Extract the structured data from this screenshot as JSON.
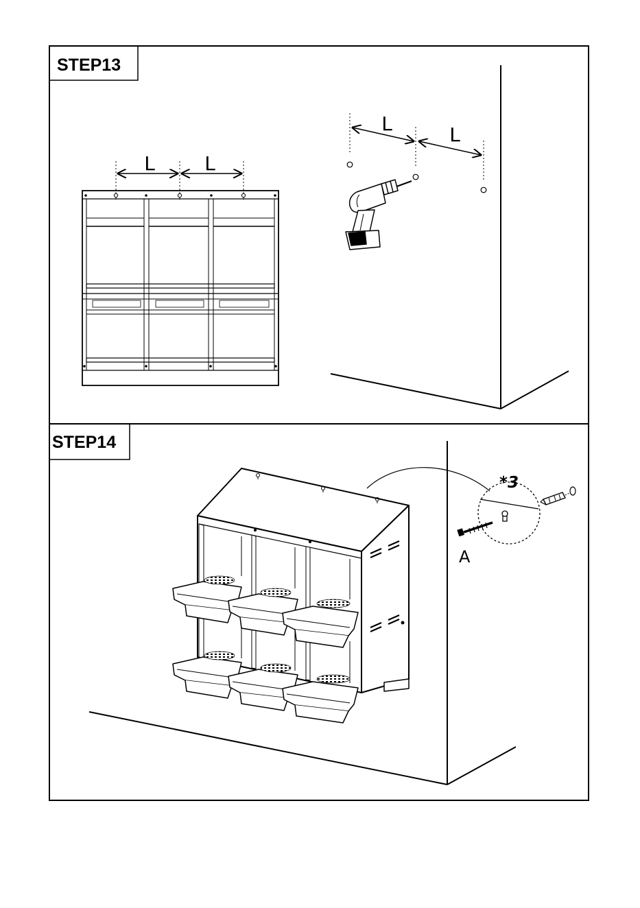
{
  "steps": [
    {
      "label": "STEP13"
    },
    {
      "label": "STEP14"
    }
  ],
  "step13": {
    "dim_left_cabinet": [
      "L",
      "L"
    ],
    "dim_wall": [
      "L",
      "L"
    ],
    "icons": [
      "drill-icon",
      "wall-hole-icon",
      "nest-box-back-icon"
    ]
  },
  "step14": {
    "quantity": "*3",
    "part_label": "A",
    "icons": [
      "screw-icon",
      "wall-anchor-icon",
      "keyhole-slot-icon",
      "nest-box-icon"
    ]
  },
  "colors": {
    "ink": "#000000",
    "paper": "#ffffff",
    "light": "#f2f2f2",
    "mid": "#d9d9d9"
  }
}
